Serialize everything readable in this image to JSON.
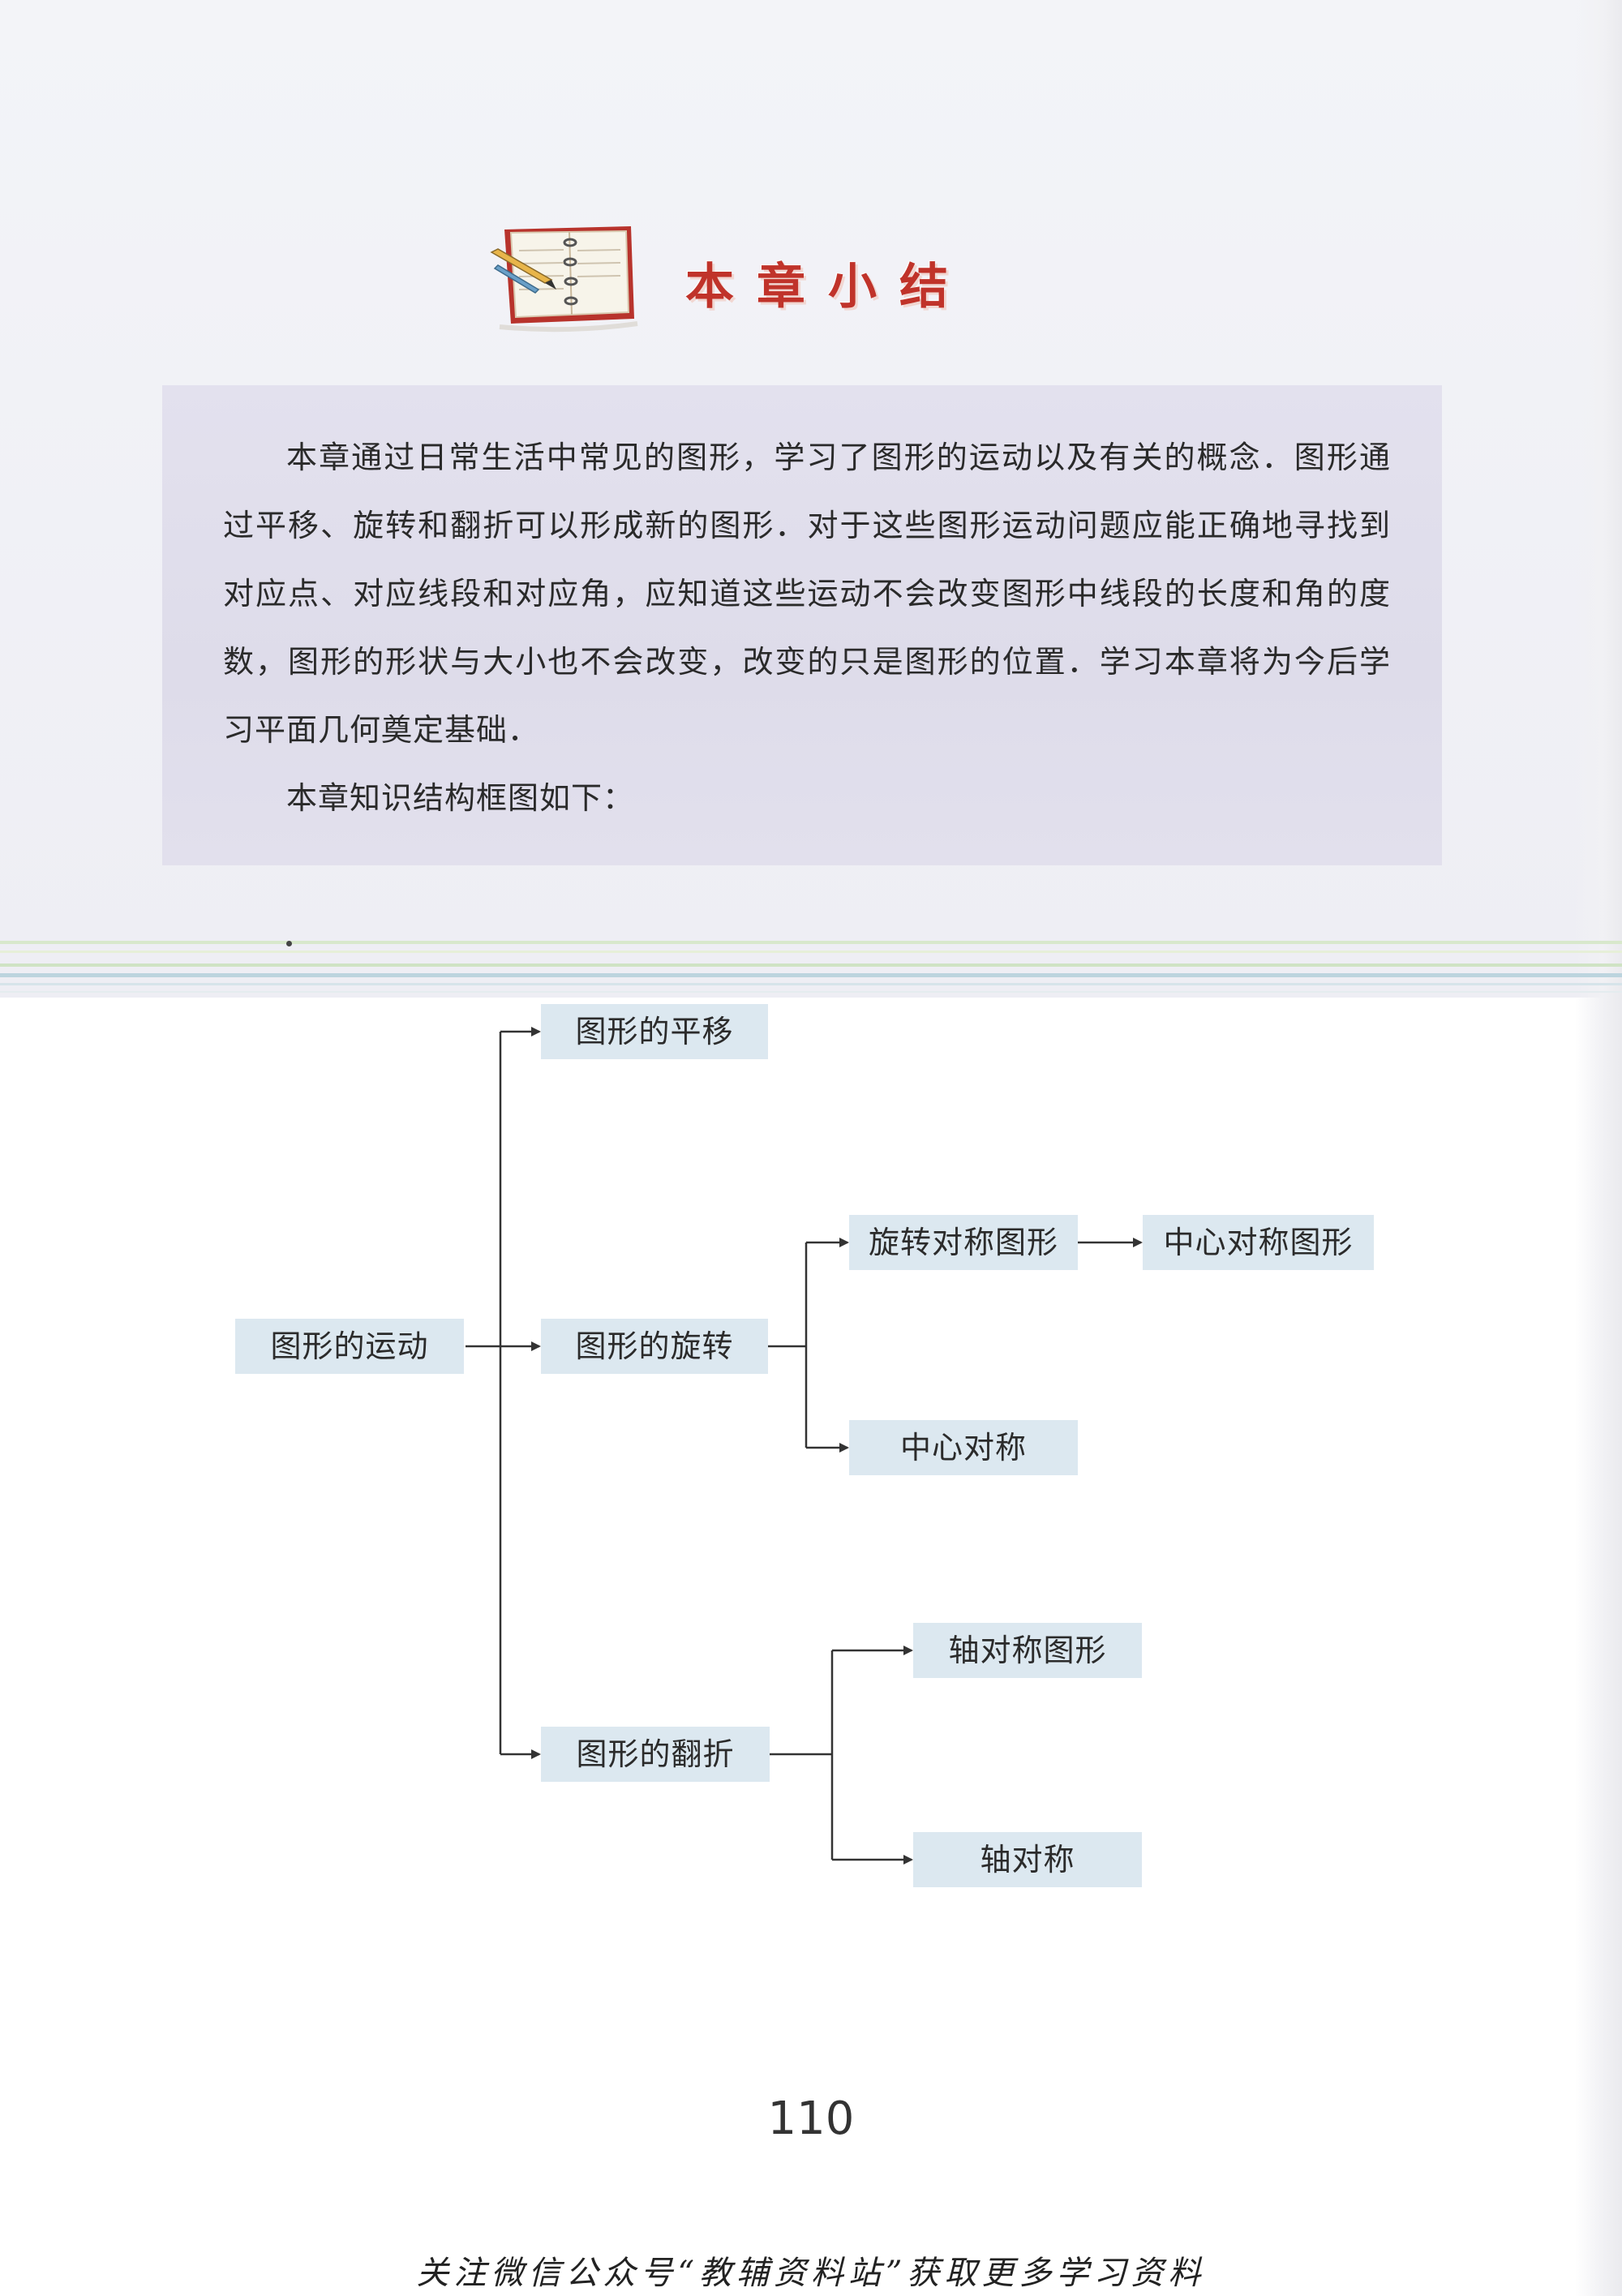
{
  "chapter_summary": {
    "title": "本章小结",
    "paragraphs": [
      "本章通过日常生活中常见的图形，学习了图形的运动以及有关的概念．图形通过平移、旋转和翻折可以形成新的图形．对于这些图形运动问题应能正确地寻找到对应点、对应线段和对应角，应知道这些运动不会改变图形中线段的长度和角的度数，图形的形状与大小也不会改变，改变的只是图形的位置．学习本章将为今后学习平面几何奠定基础．",
      "本章知识结构框图如下："
    ]
  },
  "diagram": {
    "root": "图形的运动",
    "translation": "图形的平移",
    "rotation": "图形的旋转",
    "rotational_symmetry_figure": "旋转对称图形",
    "central_symmetry_figure": "中心对称图形",
    "central_symmetry": "中心对称",
    "reflection": "图形的翻折",
    "axial_symmetry_figure": "轴对称图形",
    "axial_symmetry": "轴对称"
  },
  "page_number": "110",
  "footer_note": "关注微信公众号“教辅资料站”获取更多学习资料",
  "colors": {
    "title_red": "#c0332a",
    "summary_box": "#e0deeb",
    "node_fill": "#dce8f0",
    "stripe_green": "#cfe3c4",
    "stripe_blue": "#bcd4de"
  }
}
